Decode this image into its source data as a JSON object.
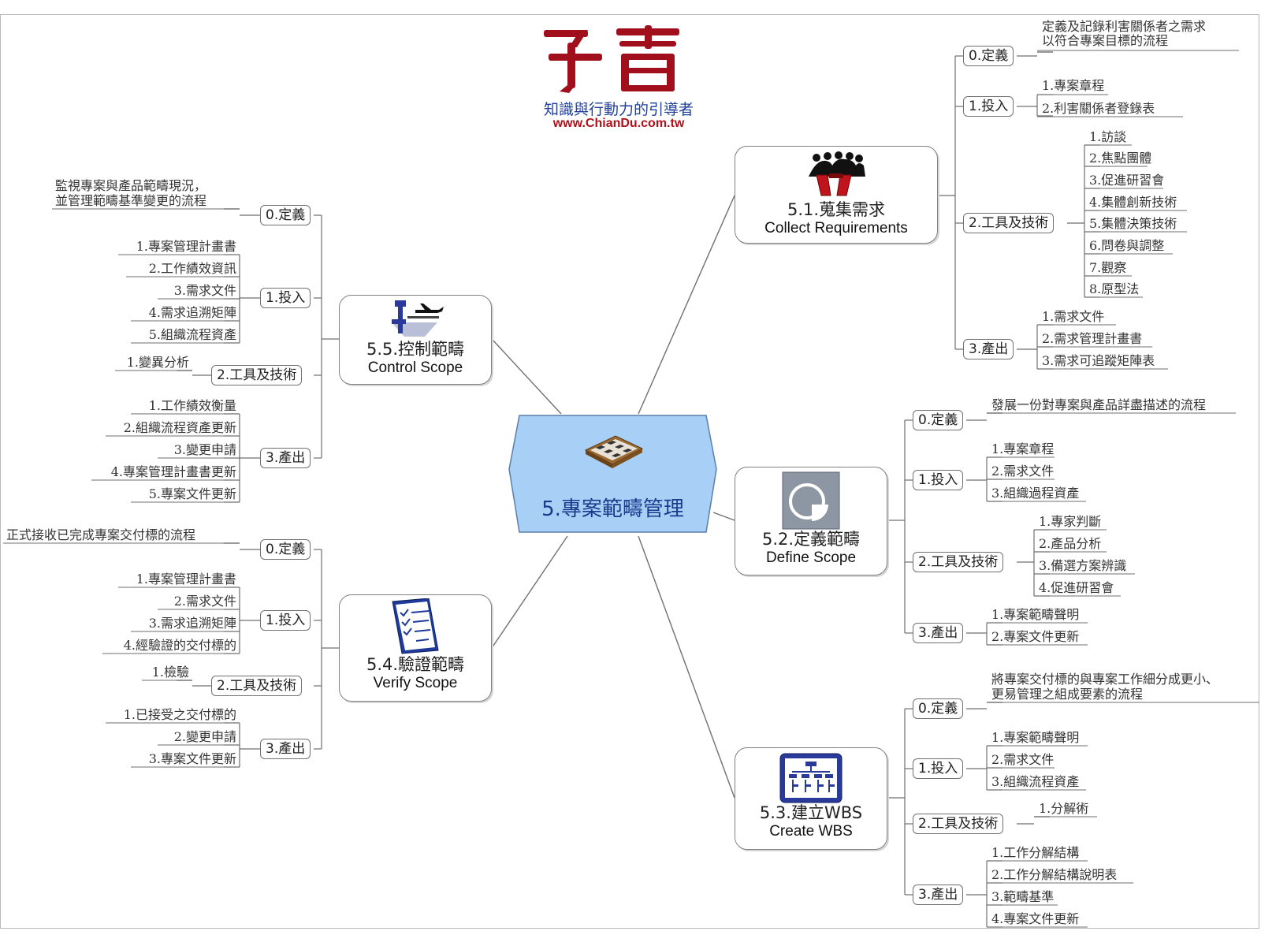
{
  "logo": {
    "text": "知識與行動力的引導者",
    "url": "www.ChianDu.com.tw"
  },
  "colors": {
    "accent": "#a8cff5",
    "brand": "#a10f1c",
    "link": "#1f3f9a"
  },
  "center": {
    "title": "5.專案範疇管理"
  },
  "labels": {
    "def": "0.定義",
    "in": "1.投入",
    "tools": "2.工具及技術",
    "out": "3.產出"
  },
  "p51": {
    "zh": "5.1.蒐集需求",
    "en": "Collect Requirements",
    "def": [
      "定義及記錄利害關係者之需求",
      "以符合專案目標的流程"
    ],
    "in": [
      "1.專案章程",
      "2.利害關係者登錄表"
    ],
    "tools": [
      "1.訪談",
      "2.焦點團體",
      "3.促進研習會",
      "4.集體創新技術",
      "5.集體決策技術",
      "6.問卷與調整",
      "7.觀察",
      "8.原型法"
    ],
    "out": [
      "1.需求文件",
      "2.需求管理計畫書",
      "3.需求可追蹤矩陣表"
    ]
  },
  "p52": {
    "zh": "5.2.定義範疇",
    "en": "Define Scope",
    "def": [
      "發展一份對專案與產品詳盡描述的流程"
    ],
    "in": [
      "1.專案章程",
      "2.需求文件",
      "3.組織過程資產"
    ],
    "tools": [
      "1.專家判斷",
      "2.產品分析",
      "3.備選方案辨識",
      "4.促進研習會"
    ],
    "out": [
      "1.專案範疇聲明",
      "2.專案文件更新"
    ]
  },
  "p53": {
    "zh": "5.3.建立WBS",
    "en": "Create WBS",
    "def": [
      "將專案交付標的與專案工作細分成更小、",
      "更易管理之組成要素的流程"
    ],
    "in": [
      "1.專案範疇聲明",
      "2.需求文件",
      "3.組織流程資產"
    ],
    "tools": [
      "1.分解術"
    ],
    "out": [
      "1.工作分解結構",
      "2.工作分解結構說明表",
      "3.範疇基準",
      "4.專案文件更新"
    ]
  },
  "p54": {
    "zh": "5.4.驗證範疇",
    "en": "Verify Scope",
    "def": [
      "正式接收已完成專案交付標的流程"
    ],
    "in": [
      "1.專案管理計畫書",
      "2.需求文件",
      "3.需求追溯矩陣",
      "4.經驗證的交付標的"
    ],
    "tools": [
      "1.檢驗"
    ],
    "out": [
      "1.已接受之交付標的",
      "2.變更申請",
      "3.專案文件更新"
    ]
  },
  "p55": {
    "zh": "5.5.控制範疇",
    "en": "Control Scope",
    "def": [
      "監視專案與產品範疇現況，",
      "並管理範疇基準變更的流程"
    ],
    "in": [
      "1.專案管理計畫書",
      "2.工作績效資訊",
      "3.需求文件",
      "4.需求追溯矩陣",
      "5.組織流程資產"
    ],
    "tools": [
      "1.變異分析"
    ],
    "out": [
      "1.工作績效衡量",
      "2.組織流程資產更新",
      "3.變更申請",
      "4.專案管理計畫書更新",
      "5.專案文件更新"
    ]
  }
}
